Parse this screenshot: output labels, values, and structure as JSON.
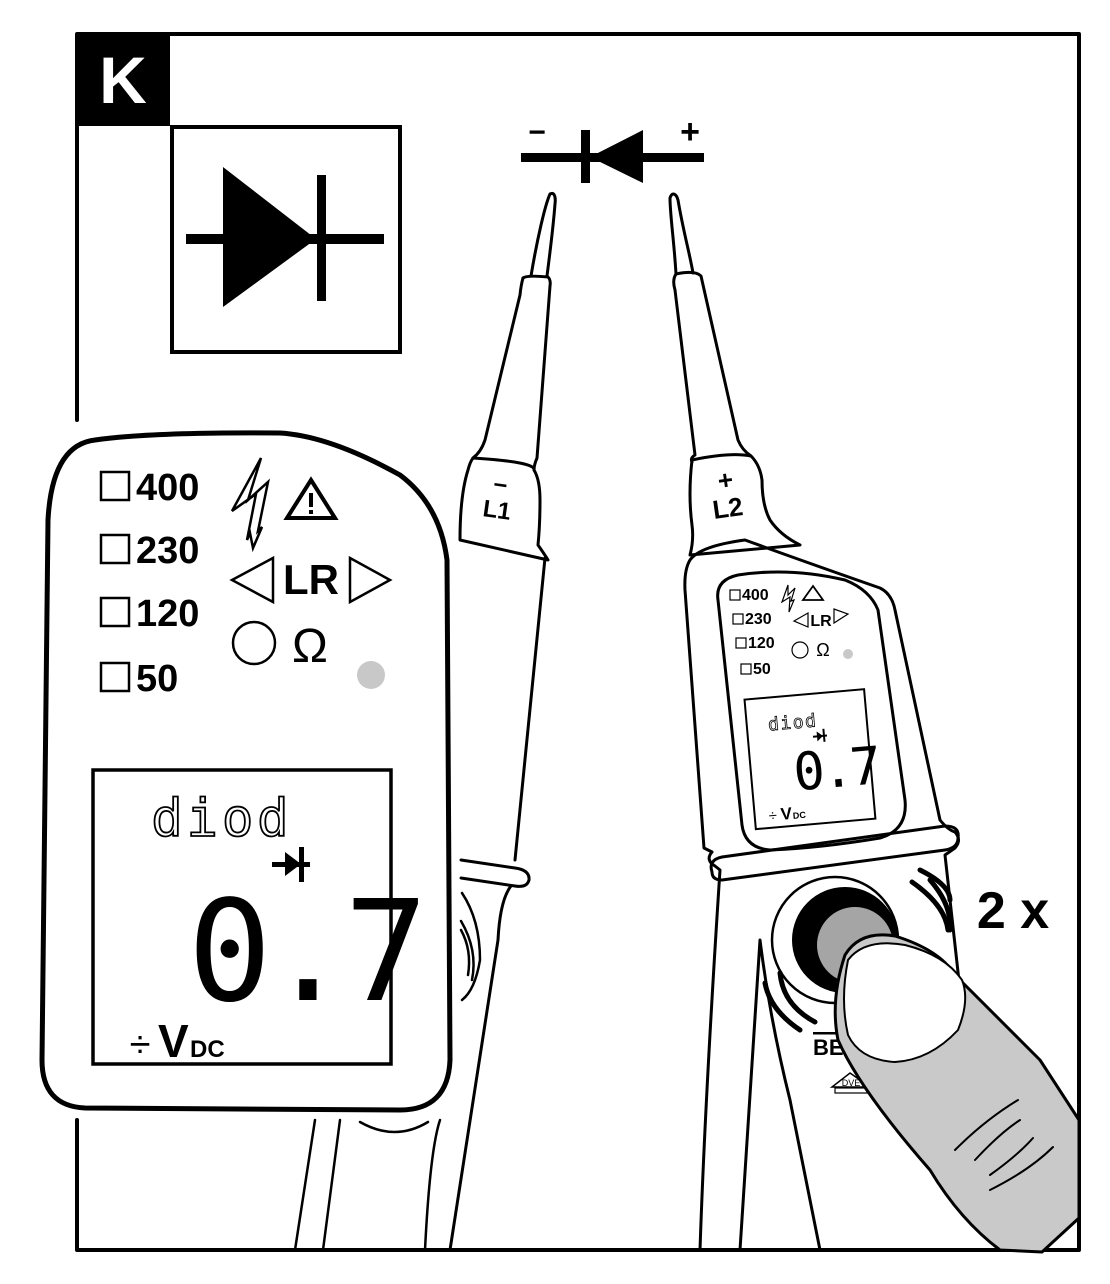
{
  "figure": {
    "label": "K",
    "colors": {
      "ink": "#000000",
      "paper": "#ffffff",
      "finger": "#c8c9c8",
      "button": "#a5a5a5",
      "led": "#c8c8c8"
    }
  },
  "diagram": {
    "symbol_box": "diode-symbol",
    "polarity_minus": "−",
    "polarity_plus": "+"
  },
  "probes": {
    "left": {
      "label": "L1",
      "sign": "−"
    },
    "right": {
      "label": "L2",
      "sign": "+",
      "brand_partial": "BE",
      "cert_mark": "DVE"
    }
  },
  "display_large": {
    "voltage_levels": [
      "400",
      "230",
      "120",
      "50"
    ],
    "rotation_label": "LR",
    "ohm_symbol": "Ω",
    "lcd": {
      "mode_text": "diod",
      "reading": "0.7",
      "unit_v": "V",
      "unit_dc": "DC",
      "divider_symbol": "÷"
    }
  },
  "display_small": {
    "voltage_levels": [
      "400",
      "230",
      "120",
      "50"
    ],
    "rotation_label": "LR",
    "ohm_symbol": "Ω",
    "lcd": {
      "mode_text": "diod",
      "reading": "0.7",
      "unit_v": "V",
      "unit_dc": "DC",
      "divider_symbol": "÷"
    }
  },
  "instruction": {
    "press_count": "2 x"
  }
}
